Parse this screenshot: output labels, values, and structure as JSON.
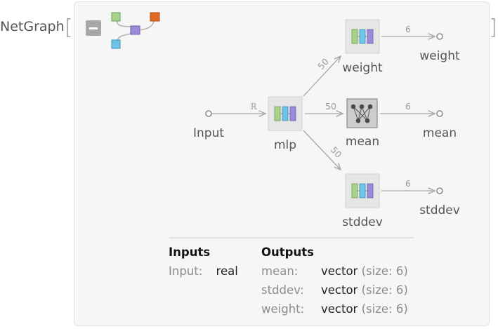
{
  "header": {
    "label": "NetGraph",
    "bracket_open": "[",
    "bracket_close": "]"
  },
  "colors": {
    "green_block": "#a8d28a",
    "cyan_block": "#6fc3e6",
    "purple_block": "#9d8ad8",
    "orange_block": "#e06a25",
    "edge": "#a9a9a9",
    "text_gray": "#555555"
  },
  "icons": {
    "collapse": "minus-square-icon",
    "graph_thumbnail": "netgraph-thumbnail-icon"
  },
  "graph": {
    "input_port": {
      "label": "Input"
    },
    "nodes": [
      {
        "id": "mlp",
        "label": "mlp",
        "icon": "chain-layer-icon"
      },
      {
        "id": "weight",
        "label": "weight",
        "icon": "chain-layer-icon"
      },
      {
        "id": "mean",
        "label": "mean",
        "icon": "linear-layer-icon"
      },
      {
        "id": "stddev",
        "label": "stddev",
        "icon": "chain-layer-icon"
      }
    ],
    "edges": [
      {
        "from": "Input",
        "to": "mlp",
        "label": "ℝ"
      },
      {
        "from": "mlp",
        "to": "weight",
        "label": "50"
      },
      {
        "from": "mlp",
        "to": "mean",
        "label": "50"
      },
      {
        "from": "mlp",
        "to": "stddev",
        "label": "50"
      },
      {
        "from": "weight",
        "to": "weight_out",
        "label": "6"
      },
      {
        "from": "mean",
        "to": "mean_out",
        "label": "6"
      },
      {
        "from": "stddev",
        "to": "stddev_out",
        "label": "6"
      }
    ],
    "output_ports": [
      {
        "id": "weight_out",
        "label": "weight"
      },
      {
        "id": "mean_out",
        "label": "mean"
      },
      {
        "id": "stddev_out",
        "label": "stddev"
      }
    ]
  },
  "summary": {
    "inputs_heading": "Inputs",
    "outputs_heading": "Outputs",
    "inputs": [
      {
        "name": "Input:",
        "value": "real"
      }
    ],
    "outputs": [
      {
        "name": "mean:",
        "value": "vector",
        "size": "(size: 6)"
      },
      {
        "name": "stddev:",
        "value": "vector",
        "size": "(size: 6)"
      },
      {
        "name": "weight:",
        "value": "vector",
        "size": "(size: 6)"
      }
    ]
  }
}
